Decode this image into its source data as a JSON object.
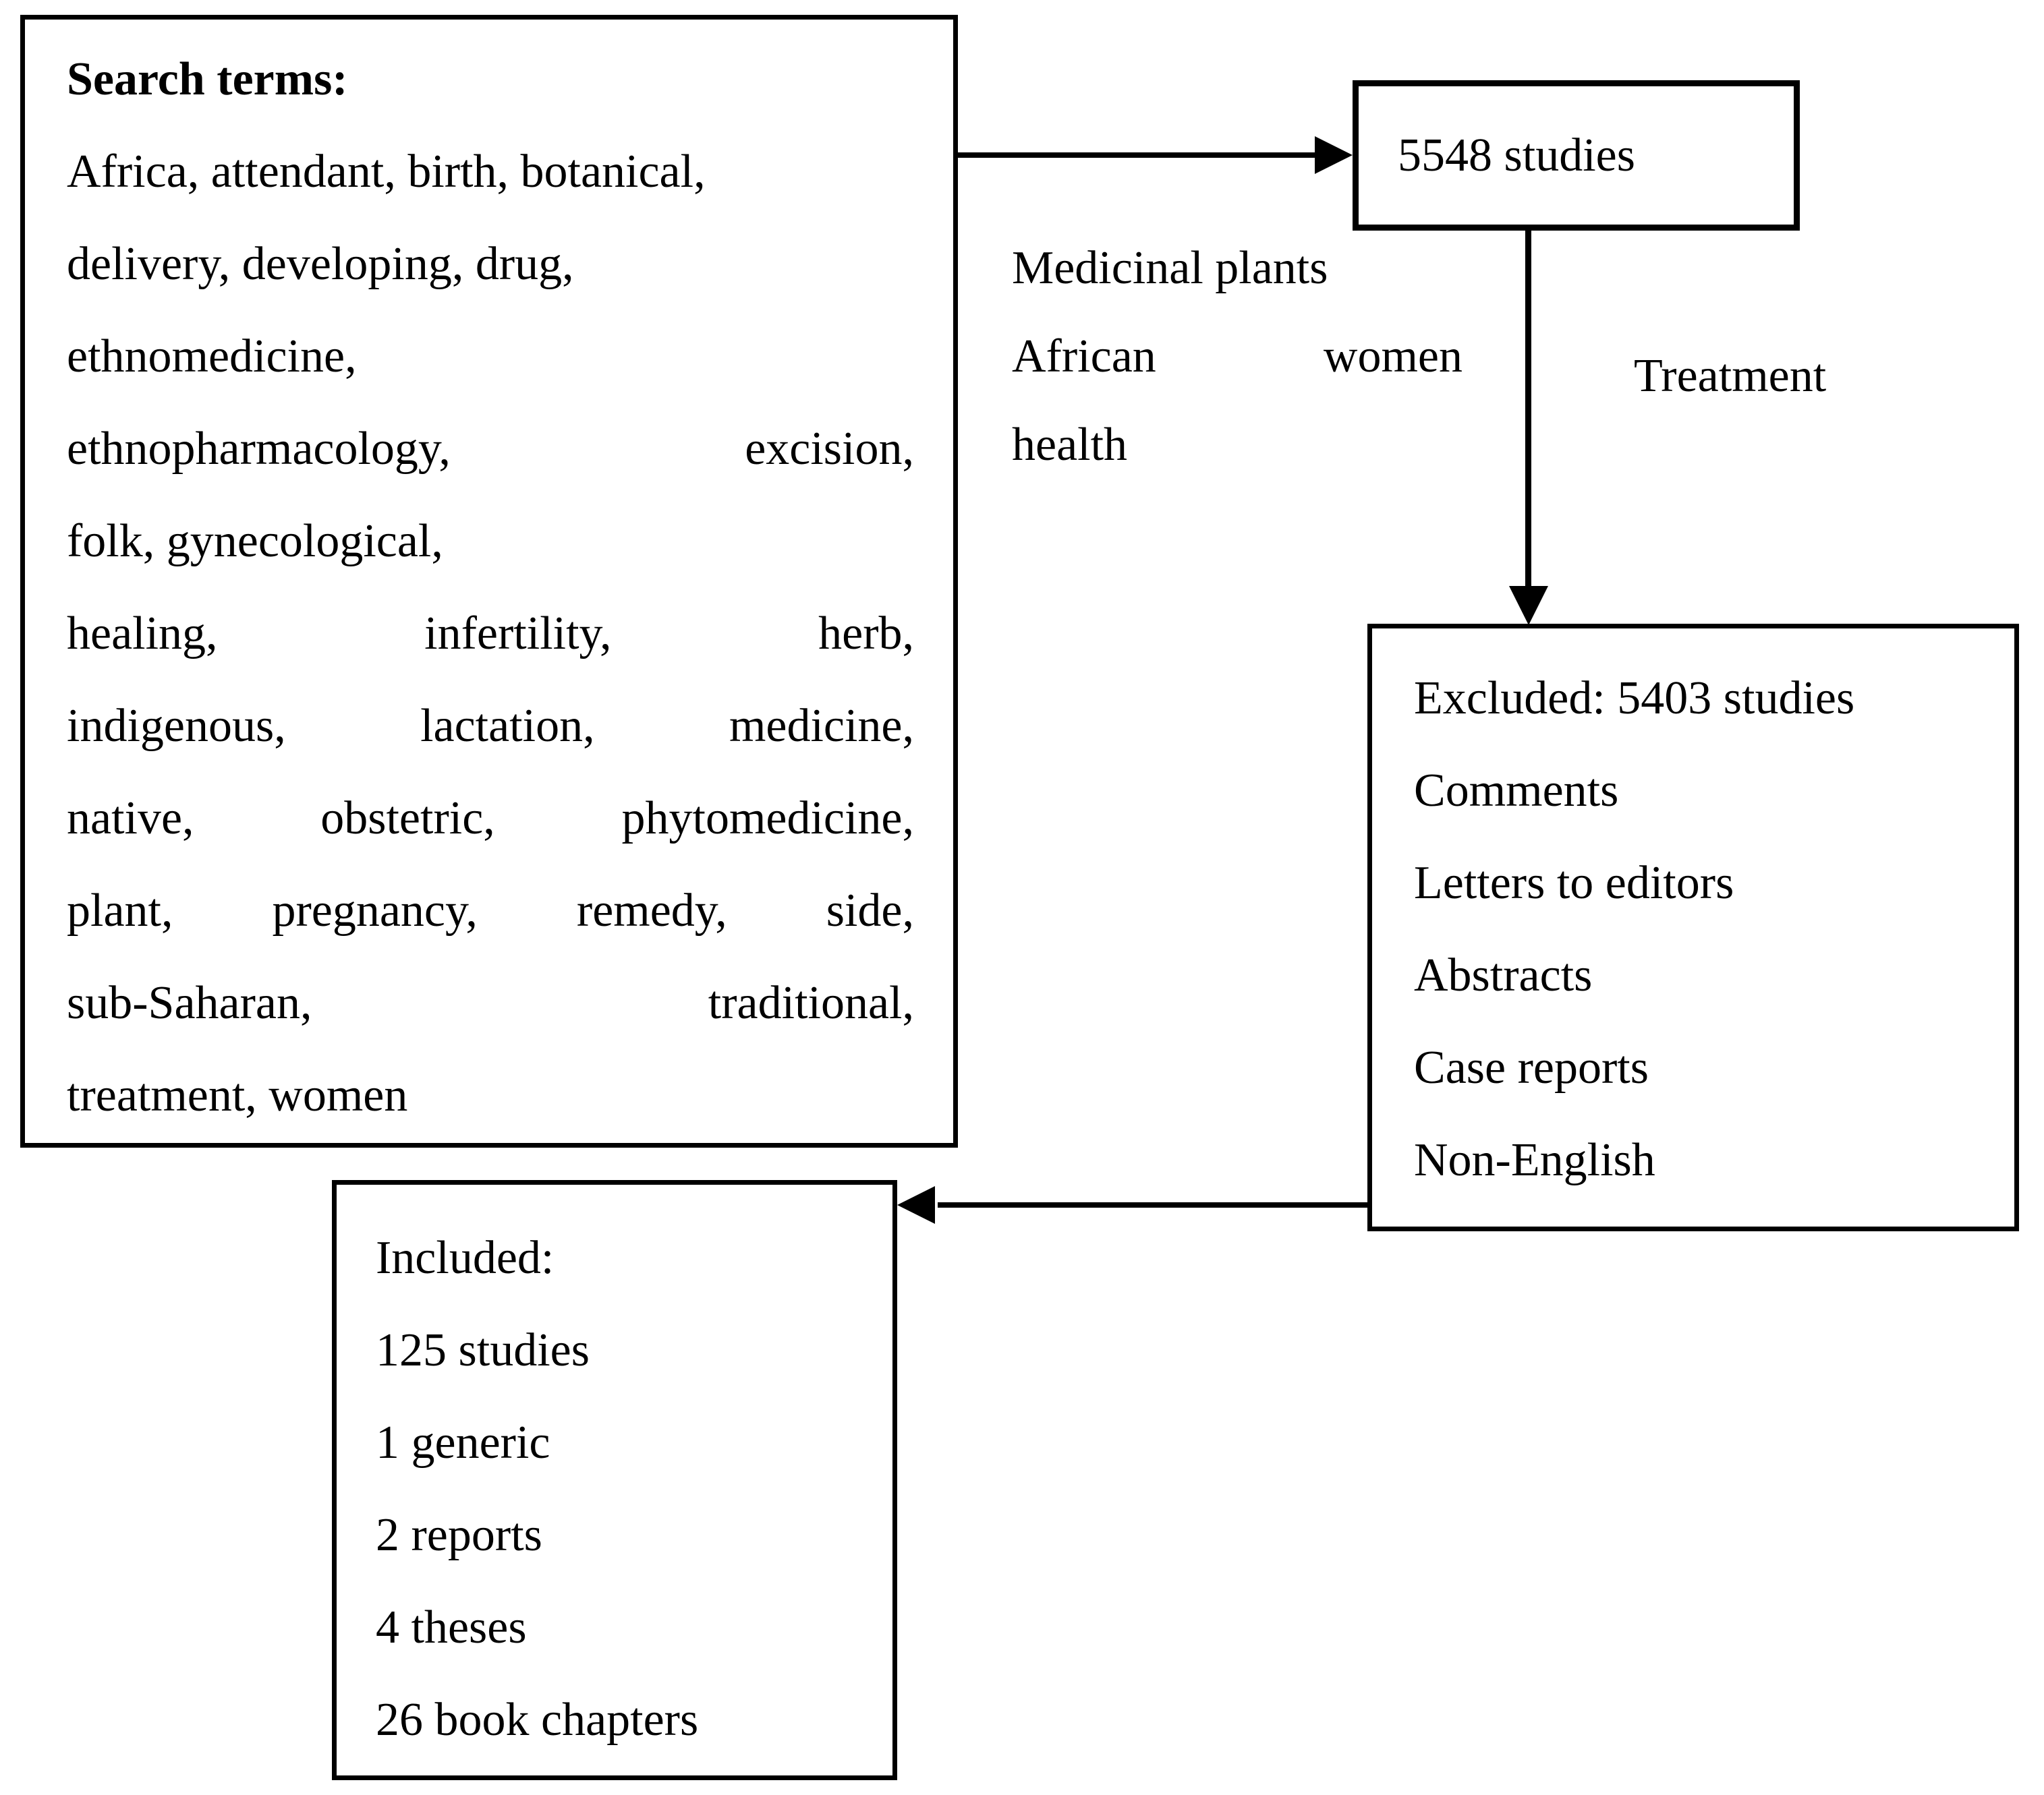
{
  "figure": {
    "type": "study-selection-flowchart",
    "background_color": "#ffffff",
    "ink_color": "#000000"
  },
  "search_box": {
    "title": "Search terms:",
    "term_lines": [
      "Africa, attendant, birth, botanical,",
      "delivery, developing, drug,",
      "ethnomedicine,",
      "ethnopharmacology, excision,",
      "folk, gynecological,",
      "healing, infertility, herb,",
      "indigenous, lactation, medicine,",
      "native, obstetric, phytomedicine,",
      "plant, pregnancy, remedy, side,",
      "sub-Saharan, traditional,",
      "treatment, women"
    ]
  },
  "results_box": {
    "label": "5548 studies"
  },
  "search_arrow_label": {
    "line1": "Medicinal plants",
    "line2": "African women",
    "line3": "health"
  },
  "treatment_label": "Treatment",
  "excluded_box": {
    "lines": [
      "Excluded: 5403 studies",
      "Comments",
      "Letters to editors",
      "Abstracts",
      "Case reports",
      "Non-English"
    ]
  },
  "included_box": {
    "lines": [
      "Included:",
      "125 studies",
      "1 generic",
      "2 reports",
      "4 theses",
      "26 book chapters"
    ]
  }
}
